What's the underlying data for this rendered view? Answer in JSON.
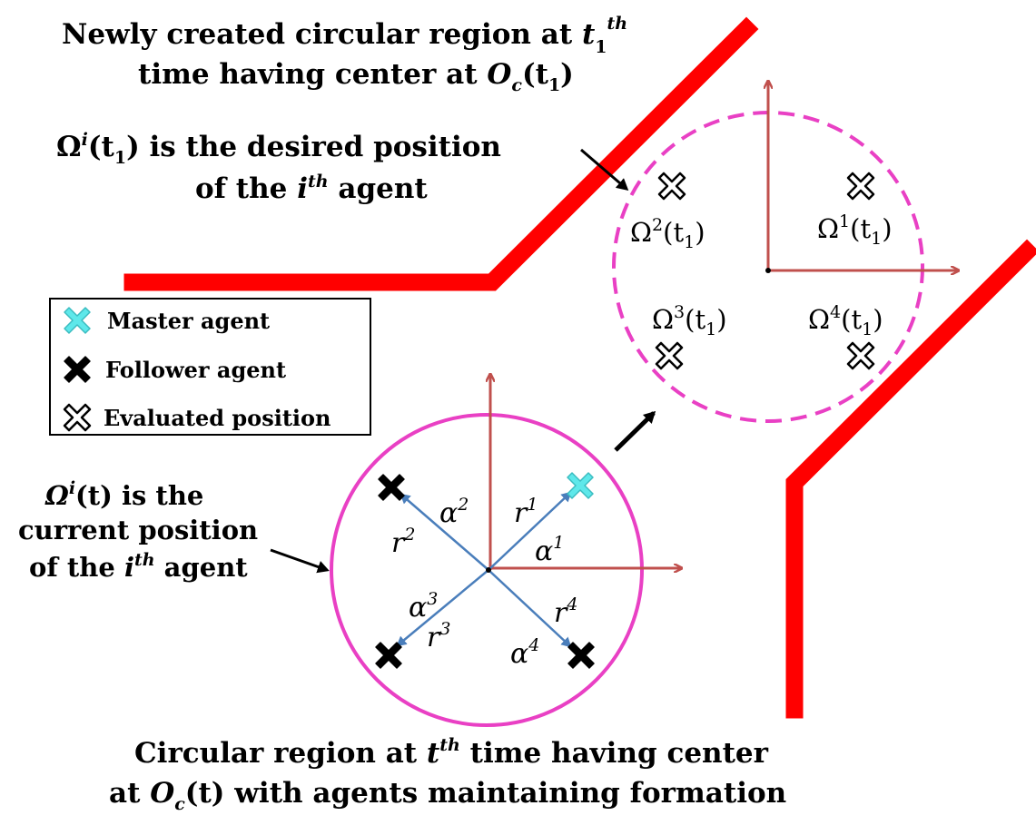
{
  "colors": {
    "wall": "#ff0000",
    "current_circle": "#e940c4",
    "desired_circle": "#e940c4",
    "brown_axis": "#c0504d",
    "blue_vector": "#4a7ebb",
    "master": "#5ee8ea",
    "follower": "#000000"
  },
  "top_caption": {
    "line1": "Newly created circular region at ",
    "line1_math": "t",
    "line1_sub": "1",
    "line1_sup": "th",
    "line2": "time having center at ",
    "line2_math": "O",
    "line2_sub": "c",
    "line2_args": "(t",
    "line2_args_sub": "1",
    "line2_close": ")"
  },
  "desired_caption": {
    "omega": "Ω",
    "sup": "i",
    "args": "(t",
    "args_sub": "1",
    "close": ")",
    "line1_rest": " is the desired position",
    "line2_pre": "of the ",
    "line2_math": "i",
    "line2_sup": "th",
    "line2_post": " agent"
  },
  "current_caption": {
    "omega": "Ω",
    "sup": "i",
    "args": "(t)",
    "line1_rest": " is the",
    "line2": "current position",
    "line3_pre": "of the ",
    "line3_math": "i",
    "line3_sup": "th",
    "line3_post": " agent"
  },
  "bottom_caption": {
    "line1_pre": "Circular region at ",
    "line1_math": "t",
    "line1_sup": "th",
    "line1_post": " time having center",
    "line2_pre": "at ",
    "line2_math": "O",
    "line2_sub": "c",
    "line2_args": "(t)",
    "line2_post": " with agents maintaining formation"
  },
  "legend": {
    "master": "Master agent",
    "follower": "Follower agent",
    "evaluated": "Evaluated position"
  },
  "desired_positions": [
    {
      "omega": "Ω",
      "sup": "1",
      "args": "(t",
      "sub": "1",
      "close": ")"
    },
    {
      "omega": "Ω",
      "sup": "2",
      "args": "(t",
      "sub": "1",
      "close": ")"
    },
    {
      "omega": "Ω",
      "sup": "3",
      "args": "(t",
      "sub": "1",
      "close": ")"
    },
    {
      "omega": "Ω",
      "sup": "4",
      "args": "(t",
      "sub": "1",
      "close": ")"
    }
  ],
  "vectors": [
    {
      "r": "r",
      "r_sup": "1",
      "a": "α",
      "a_sup": "1"
    },
    {
      "r": "r",
      "r_sup": "2",
      "a": "α",
      "a_sup": "2"
    },
    {
      "r": "r",
      "r_sup": "3",
      "a": "α",
      "a_sup": "3"
    },
    {
      "r": "r",
      "r_sup": "4",
      "a": "α",
      "a_sup": "4"
    }
  ]
}
